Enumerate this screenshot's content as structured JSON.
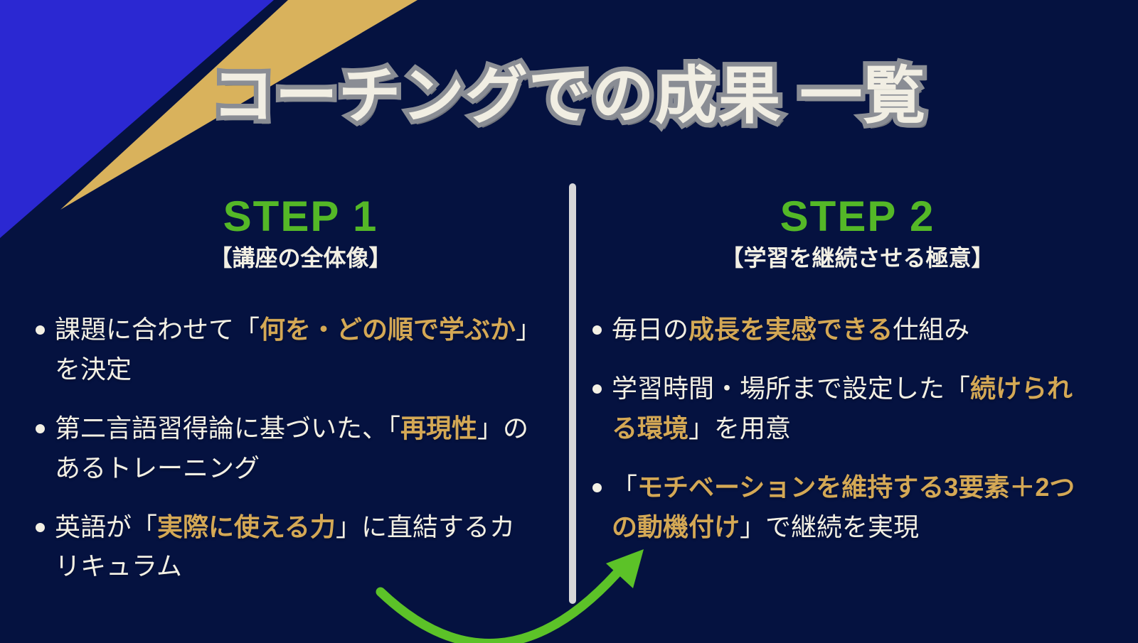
{
  "slide": {
    "title": "コーチングでの成果 一覧",
    "colors": {
      "background": "#051240",
      "corner_blue": "#2b28d2",
      "corner_gold": "#d9b25c",
      "step_green": "#54b827",
      "arrow_green": "#5cc228",
      "highlight_gold": "#d4a855",
      "text_cream": "#f3f0e4",
      "divider_gray": "#d7d7d9"
    },
    "columns": [
      {
        "step_label": "STEP 1",
        "subtitle": "【講座の全体像】",
        "bullets": [
          {
            "segments": [
              {
                "t": "課題に合わせて「"
              },
              {
                "t": "何を・どの順で学ぶか",
                "gold": true
              },
              {
                "t": "」\nを決定"
              }
            ]
          },
          {
            "segments": [
              {
                "t": "第二言語習得論に基づいた、「"
              },
              {
                "t": "再現性",
                "gold": true
              },
              {
                "t": "」の\nあるトレーニング"
              }
            ]
          },
          {
            "segments": [
              {
                "t": "英語が「"
              },
              {
                "t": "実際に使える力",
                "gold": true
              },
              {
                "t": "」に直結するカ\nリキュラム"
              }
            ]
          }
        ]
      },
      {
        "step_label": "STEP 2",
        "subtitle": "【学習を継続させる極意】",
        "bullets": [
          {
            "segments": [
              {
                "t": "毎日の"
              },
              {
                "t": "成長を実感できる",
                "gold": true
              },
              {
                "t": "仕組み"
              }
            ]
          },
          {
            "segments": [
              {
                "t": "学習時間・場所まで設定した「"
              },
              {
                "t": "続けられ\nる環境",
                "gold": true
              },
              {
                "t": "」を用意"
              }
            ]
          },
          {
            "segments": [
              {
                "t": "「"
              },
              {
                "t": "モチベーションを維持する3要素＋2つ\nの動機付け",
                "gold": true
              },
              {
                "t": "」で継続を実現"
              }
            ]
          }
        ]
      }
    ]
  }
}
